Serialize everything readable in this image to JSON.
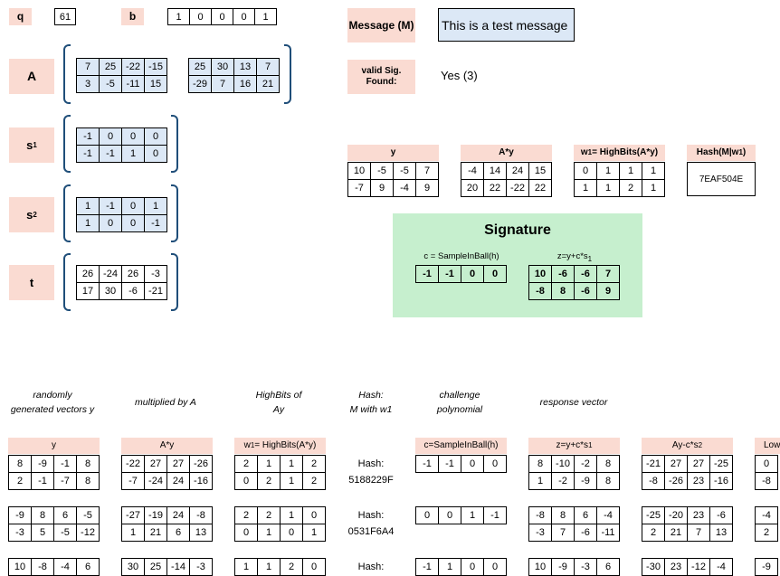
{
  "params": {
    "q_label": "q",
    "q_value": "61",
    "b_label": "b",
    "b_bits": [
      "1",
      "0",
      "0",
      "0",
      "1"
    ]
  },
  "message": {
    "label": "Message (M)",
    "value": "This is a test message"
  },
  "valid": {
    "label_line1": "valid Sig.",
    "label_line2": "Found:",
    "value": "Yes (3)"
  },
  "A": {
    "label": "A",
    "left": [
      [
        "7",
        "25",
        "-22",
        "-15"
      ],
      [
        "3",
        "-5",
        "-11",
        "15"
      ]
    ],
    "right": [
      [
        "25",
        "30",
        "13",
        "7"
      ],
      [
        "-29",
        "7",
        "16",
        "21"
      ]
    ]
  },
  "s1": {
    "label": "s",
    "sub": "1",
    "rows": [
      [
        "-1",
        "0",
        "0",
        "0"
      ],
      [
        "-1",
        "-1",
        "1",
        "0"
      ]
    ]
  },
  "s2": {
    "label": "s",
    "sub": "2",
    "rows": [
      [
        "1",
        "-1",
        "0",
        "1"
      ],
      [
        "1",
        "0",
        "0",
        "-1"
      ]
    ]
  },
  "t": {
    "label": "t",
    "rows": [
      [
        "26",
        "-24",
        "26",
        "-3"
      ],
      [
        "17",
        "30",
        "-6",
        "-21"
      ]
    ]
  },
  "top": {
    "y_label": "y",
    "y": [
      [
        "10",
        "-5",
        "-5",
        "7"
      ],
      [
        "-7",
        "9",
        "-4",
        "9"
      ]
    ],
    "ay_label": "A*y",
    "ay": [
      [
        "-4",
        "14",
        "24",
        "15"
      ],
      [
        "20",
        "22",
        "-22",
        "22"
      ]
    ],
    "w1_label": "w",
    "w1_sub": "1",
    "w1_rest": "= HighBits(A*y)",
    "w1": [
      [
        "0",
        "1",
        "1",
        "1"
      ],
      [
        "1",
        "1",
        "2",
        "1"
      ]
    ],
    "hash_label": "Hash(M|w",
    "hash_sub": "1",
    "hash_close": ")",
    "hash_value": "7EAF504E"
  },
  "signature": {
    "title": "Signature",
    "c_label": "c = SampleInBall(h)",
    "c": [
      [
        "-1",
        "-1",
        "0",
        "0"
      ]
    ],
    "z_label": "z=y+c*s",
    "z_sub": "1",
    "z": [
      [
        "10",
        "-6",
        "-6",
        "7"
      ],
      [
        "-8",
        "8",
        "-6",
        "9"
      ]
    ]
  },
  "desc": {
    "d1a": "randomly",
    "d1b": "generated vectors y",
    "d2": "multiplied by A",
    "d3a": "HighBits of",
    "d3b": "Ay",
    "d4a": "Hash:",
    "d4b": "M with w1",
    "d5a": "challenge",
    "d5b": "polynomial",
    "d6": "response vector"
  },
  "table": {
    "y_label": "y",
    "ay_label": "A*y",
    "w1_label": "w",
    "w1_sub": "1",
    "w1_rest": "= HighBits(A*y)",
    "c_label": "c=SampleInBall(h)",
    "z_label": "z=y+c*s",
    "z_sub": "1",
    "aycs_label": "Ay-c*s",
    "aycs_sub": "2",
    "low_label": "Low",
    "hash_word": "Hash:",
    "rows": [
      {
        "y": [
          [
            "8",
            "-9",
            "-1",
            "8"
          ],
          [
            "2",
            "-1",
            "-7",
            "8"
          ]
        ],
        "ay": [
          [
            "-22",
            "27",
            "27",
            "-26"
          ],
          [
            "-7",
            "-24",
            "24",
            "-16"
          ]
        ],
        "w1": [
          [
            "2",
            "1",
            "1",
            "2"
          ],
          [
            "0",
            "2",
            "1",
            "2"
          ]
        ],
        "hash": "5188229F",
        "c": [
          [
            "-1",
            "-1",
            "0",
            "0"
          ]
        ],
        "z": [
          [
            "8",
            "-10",
            "-2",
            "8"
          ],
          [
            "1",
            "-2",
            "-9",
            "8"
          ]
        ],
        "aycs": [
          [
            "-21",
            "27",
            "27",
            "-25"
          ],
          [
            "-8",
            "-26",
            "23",
            "-16"
          ]
        ],
        "low": [
          [
            "0"
          ],
          [
            "-8"
          ]
        ]
      },
      {
        "y": [
          [
            "-9",
            "8",
            "6",
            "-5"
          ],
          [
            "-3",
            "5",
            "-5",
            "-12"
          ]
        ],
        "ay": [
          [
            "-27",
            "-19",
            "24",
            "-8"
          ],
          [
            "1",
            "21",
            "6",
            "13"
          ]
        ],
        "w1": [
          [
            "2",
            "2",
            "1",
            "0"
          ],
          [
            "0",
            "1",
            "0",
            "1"
          ]
        ],
        "hash": "0531F6A4",
        "c": [
          [
            "0",
            "0",
            "1",
            "-1"
          ]
        ],
        "z": [
          [
            "-8",
            "8",
            "6",
            "-4"
          ],
          [
            "-3",
            "7",
            "-6",
            "-11"
          ]
        ],
        "aycs": [
          [
            "-25",
            "-20",
            "23",
            "-6"
          ],
          [
            "2",
            "21",
            "7",
            "13"
          ]
        ],
        "low": [
          [
            "-4"
          ],
          [
            "2"
          ]
        ]
      },
      {
        "y": [
          [
            "10",
            "-8",
            "-4",
            "6"
          ]
        ],
        "ay": [
          [
            "30",
            "25",
            "-14",
            "-3"
          ]
        ],
        "w1": [
          [
            "1",
            "1",
            "2",
            "0"
          ]
        ],
        "hash": "",
        "c": [
          [
            "-1",
            "1",
            "0",
            "0"
          ]
        ],
        "z": [
          [
            "10",
            "-9",
            "-3",
            "6"
          ]
        ],
        "aycs": [
          [
            "-30",
            "23",
            "-12",
            "-4"
          ]
        ],
        "low": [
          [
            "-9"
          ]
        ]
      }
    ]
  }
}
